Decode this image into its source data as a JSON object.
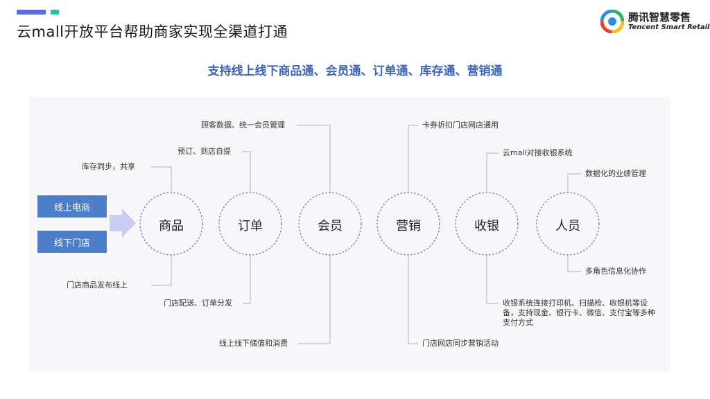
{
  "header": {
    "title": "云mall开放平台帮助商家实现全渠道打通",
    "logo_cn": "腾讯智慧零售",
    "logo_en": "Tencent Smart Retail"
  },
  "subtitle": "支持线上线下商品通、会员通、订单通、库存通、营销通",
  "colors": {
    "accent_blue": "#5b6bd8",
    "accent_green": "#2bbfa5",
    "subtitle_blue": "#3b63b8",
    "source_box": "#4d7fc8",
    "node_border": "#6f74c9",
    "node_fill": "#f6f6fb",
    "connector": "#b9bfcc",
    "arrow": "#c9cdf1"
  },
  "diagram": {
    "sources": [
      "线上电商",
      "线下门店"
    ],
    "nodes": [
      "商品",
      "订单",
      "会员",
      "营销",
      "收银",
      "人员"
    ],
    "annotations": {
      "goods_top": "库存同步，共享",
      "goods_bottom": "门店商品发布线上",
      "order_top": "预订、到店自提",
      "order_bottom": "门店配送、订单分发",
      "member_top": "顾客数据、统一会员管理",
      "member_bottom": "线上线下储值和消费",
      "marketing_top": "卡券折扣门店网店通用",
      "marketing_bottom": "门店网店同步营销活动",
      "cashier_top": "云mall对接收银系统",
      "cashier_bottom": "收银系统连接打印机、扫描枪、收银机等设备，支持现金、银行卡、微信、支付宝等多种支付方式",
      "staff_top": "数据化的业绩管理",
      "staff_bottom": "多角色信息化协作"
    }
  }
}
